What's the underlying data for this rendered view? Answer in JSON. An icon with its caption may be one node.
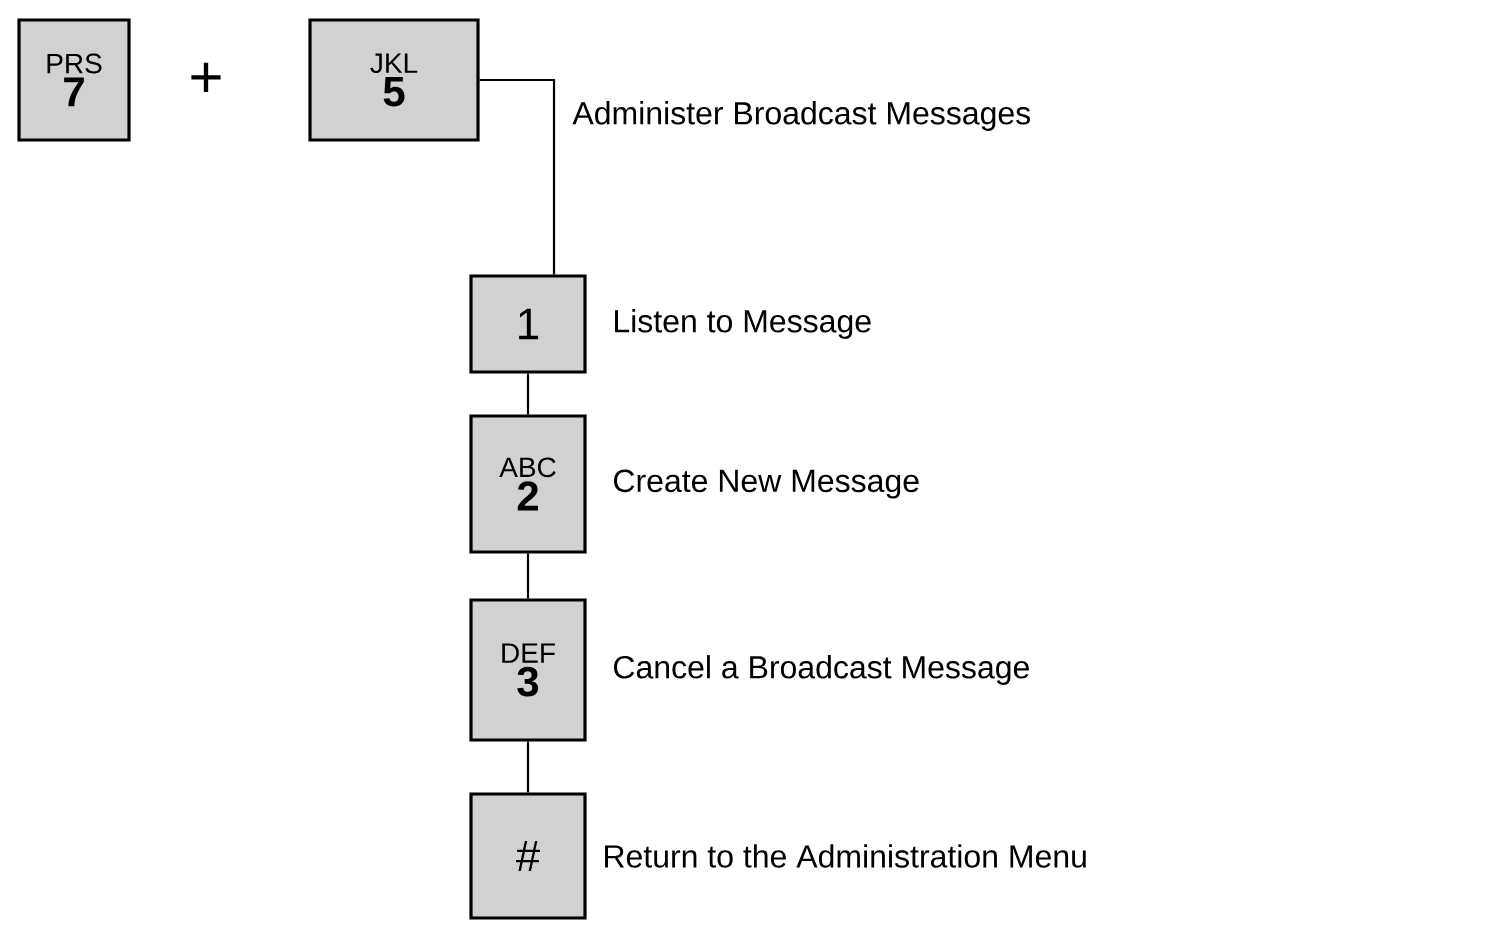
{
  "diagram": {
    "nodes": [
      {
        "text": [
          "PRS",
          "7"
        ]
      },
      {
        "text": [
          "JKL",
          "5"
        ],
        "beside": [
          "Administer Broadcast Messages"
        ]
      },
      {
        "text": [
          "1"
        ],
        "beside": [
          "Listen to Message"
        ]
      },
      {
        "text": [
          "ABC",
          "2"
        ],
        "beside": [
          "Create New Message"
        ]
      },
      {
        "text": [
          "DEF",
          "3"
        ],
        "beside": [
          "Cancel a Broadcast Message"
        ]
      },
      {
        "text": [
          "#"
        ],
        "beside": [
          "Return to the Administration Menu"
        ]
      }
    ],
    "edges": [
      {
        "from": 1,
        "to": 2,
        "arrow": "none"
      },
      {
        "from": 2,
        "to": 3,
        "arrow": "none"
      },
      {
        "from": 3,
        "to": 4,
        "arrow": "none"
      },
      {
        "from": 4,
        "to": 5,
        "arrow": "none"
      }
    ],
    "labels": [
      "+"
    ]
  }
}
